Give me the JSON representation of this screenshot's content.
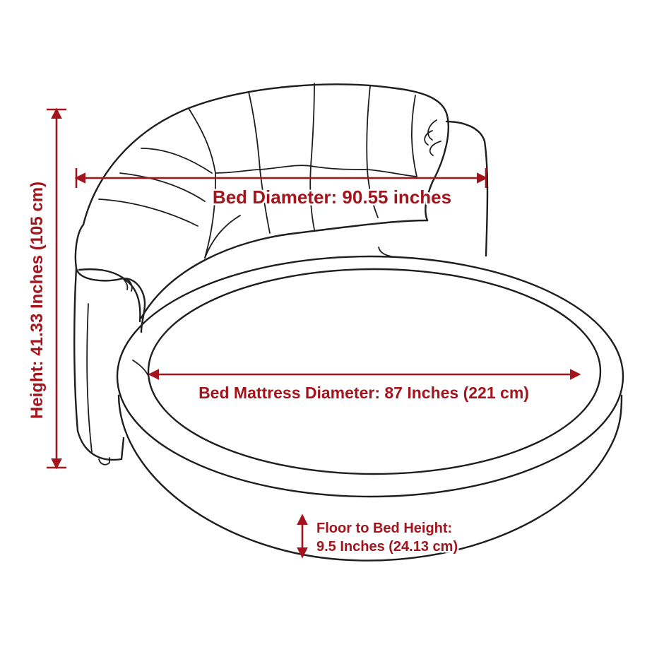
{
  "accent_color": "#a3141c",
  "line_color": "#1e1e1e",
  "labels": {
    "bed_diameter": "Bed Diameter: 90.55 inches",
    "mattress_diameter": "Bed Mattress Diameter: 87 Inches (221 cm)",
    "height": "Height: 41.33 Inches (105 cm)",
    "floor_to_bed_line1": "Floor to Bed Height:",
    "floor_to_bed_line2": "9.5 Inches (24.13 cm)"
  }
}
